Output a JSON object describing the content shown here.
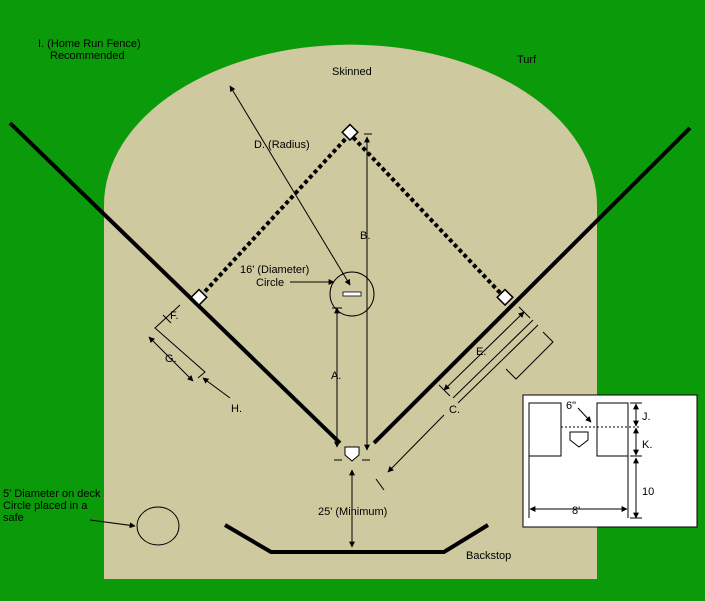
{
  "colors": {
    "turf": "#0a9a0a",
    "skinned": "#cfc9a0",
    "line": "#000000",
    "inset_bg": "#ffffff"
  },
  "labels": {
    "fence_line1": "I. (Home Run Fence)",
    "fence_line2": "Recommended",
    "skinned": "Skinned",
    "turf": "Turf",
    "radius": "D. (Radius)",
    "base_distance": "B.",
    "circle_line1": "16' (Diameter)",
    "circle_line2": "Circle",
    "f": "F.",
    "g": "G.",
    "h": "H.",
    "e": "E.",
    "a": "A.",
    "c": "C.",
    "minimum": "25' (Minimum)",
    "deck_line1": "5' Diameter on deck",
    "deck_line2": "Circle placed in a",
    "deck_line3": "safe",
    "backstop": "Backstop"
  },
  "inset": {
    "six_inch": "6\"",
    "j": "J.",
    "k": "K.",
    "ten": "10",
    "eight": "8'"
  }
}
